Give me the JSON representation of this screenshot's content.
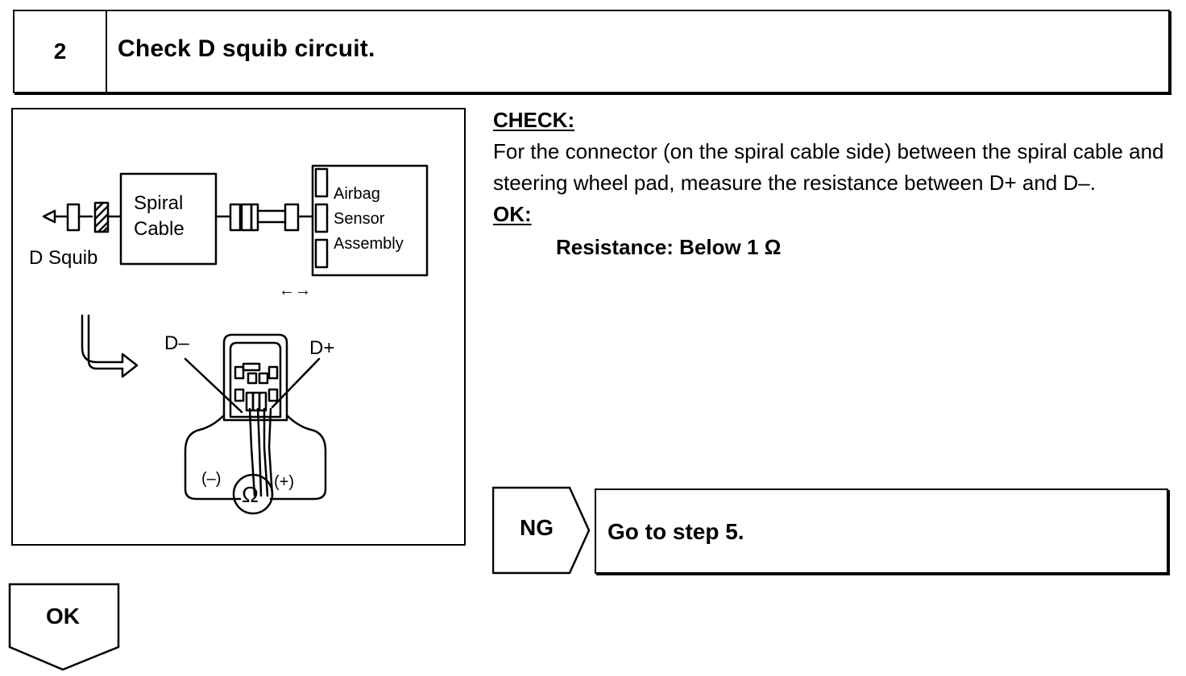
{
  "step": {
    "number": "2",
    "title": "Check D squib circuit."
  },
  "figure": {
    "labels": {
      "spiral_line1": "Spiral",
      "spiral_line2": "Cable",
      "d_squib": "D Squib",
      "airbag_line1": "Airbag",
      "airbag_line2": "Sensor",
      "airbag_line3": "Assembly",
      "d_minus": "D–",
      "d_plus": "D+",
      "minus_probe": "(–)",
      "plus_probe": "(+)",
      "ohm_symbol": "Ω",
      "disconnect_arrows": "←→"
    }
  },
  "check": {
    "heading": "CHECK:",
    "body": "For the connector (on the spiral cable side) between the spiral cable and steering wheel pad, measure the resistance between D+ and D–."
  },
  "ok_spec": {
    "heading": "OK:",
    "value": "Resistance: Below 1 Ω"
  },
  "results": {
    "ng_label": "NG",
    "ng_action": "Go to step 5.",
    "ok_label": "OK"
  }
}
